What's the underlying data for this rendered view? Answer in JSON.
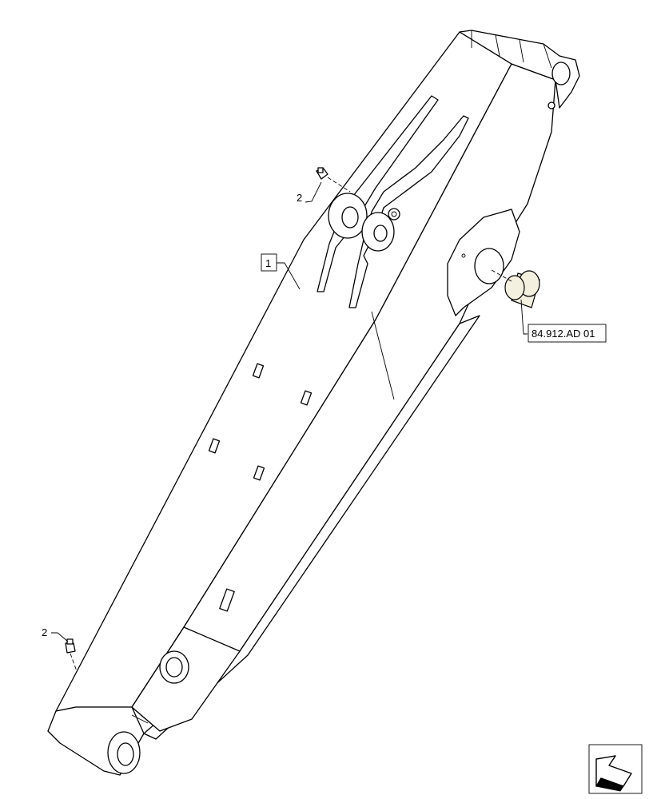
{
  "callouts": {
    "item1": "1",
    "item2_top": "2",
    "item2_bottom": "2",
    "reference": "84.912.AD 01"
  },
  "icons": {
    "nav": "navigation-arrow-icon"
  },
  "colors": {
    "line": "#000000",
    "bushing_fill": "#f4f0df",
    "background": "#ffffff"
  }
}
